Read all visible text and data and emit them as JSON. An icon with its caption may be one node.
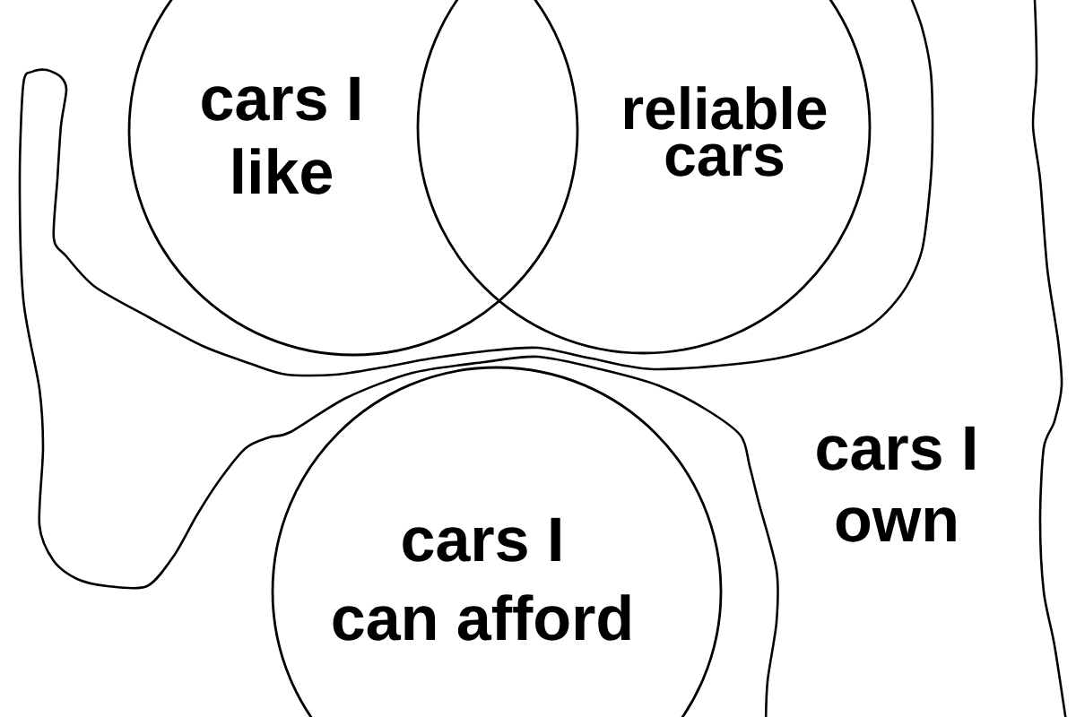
{
  "diagram": {
    "nodes": [
      {
        "text": [
          "cars I like"
        ]
      },
      {
        "text": [
          "reliable cars"
        ]
      },
      {
        "text": [
          "cars I can afford"
        ]
      },
      {
        "text": [
          "cars I own"
        ]
      }
    ]
  }
}
